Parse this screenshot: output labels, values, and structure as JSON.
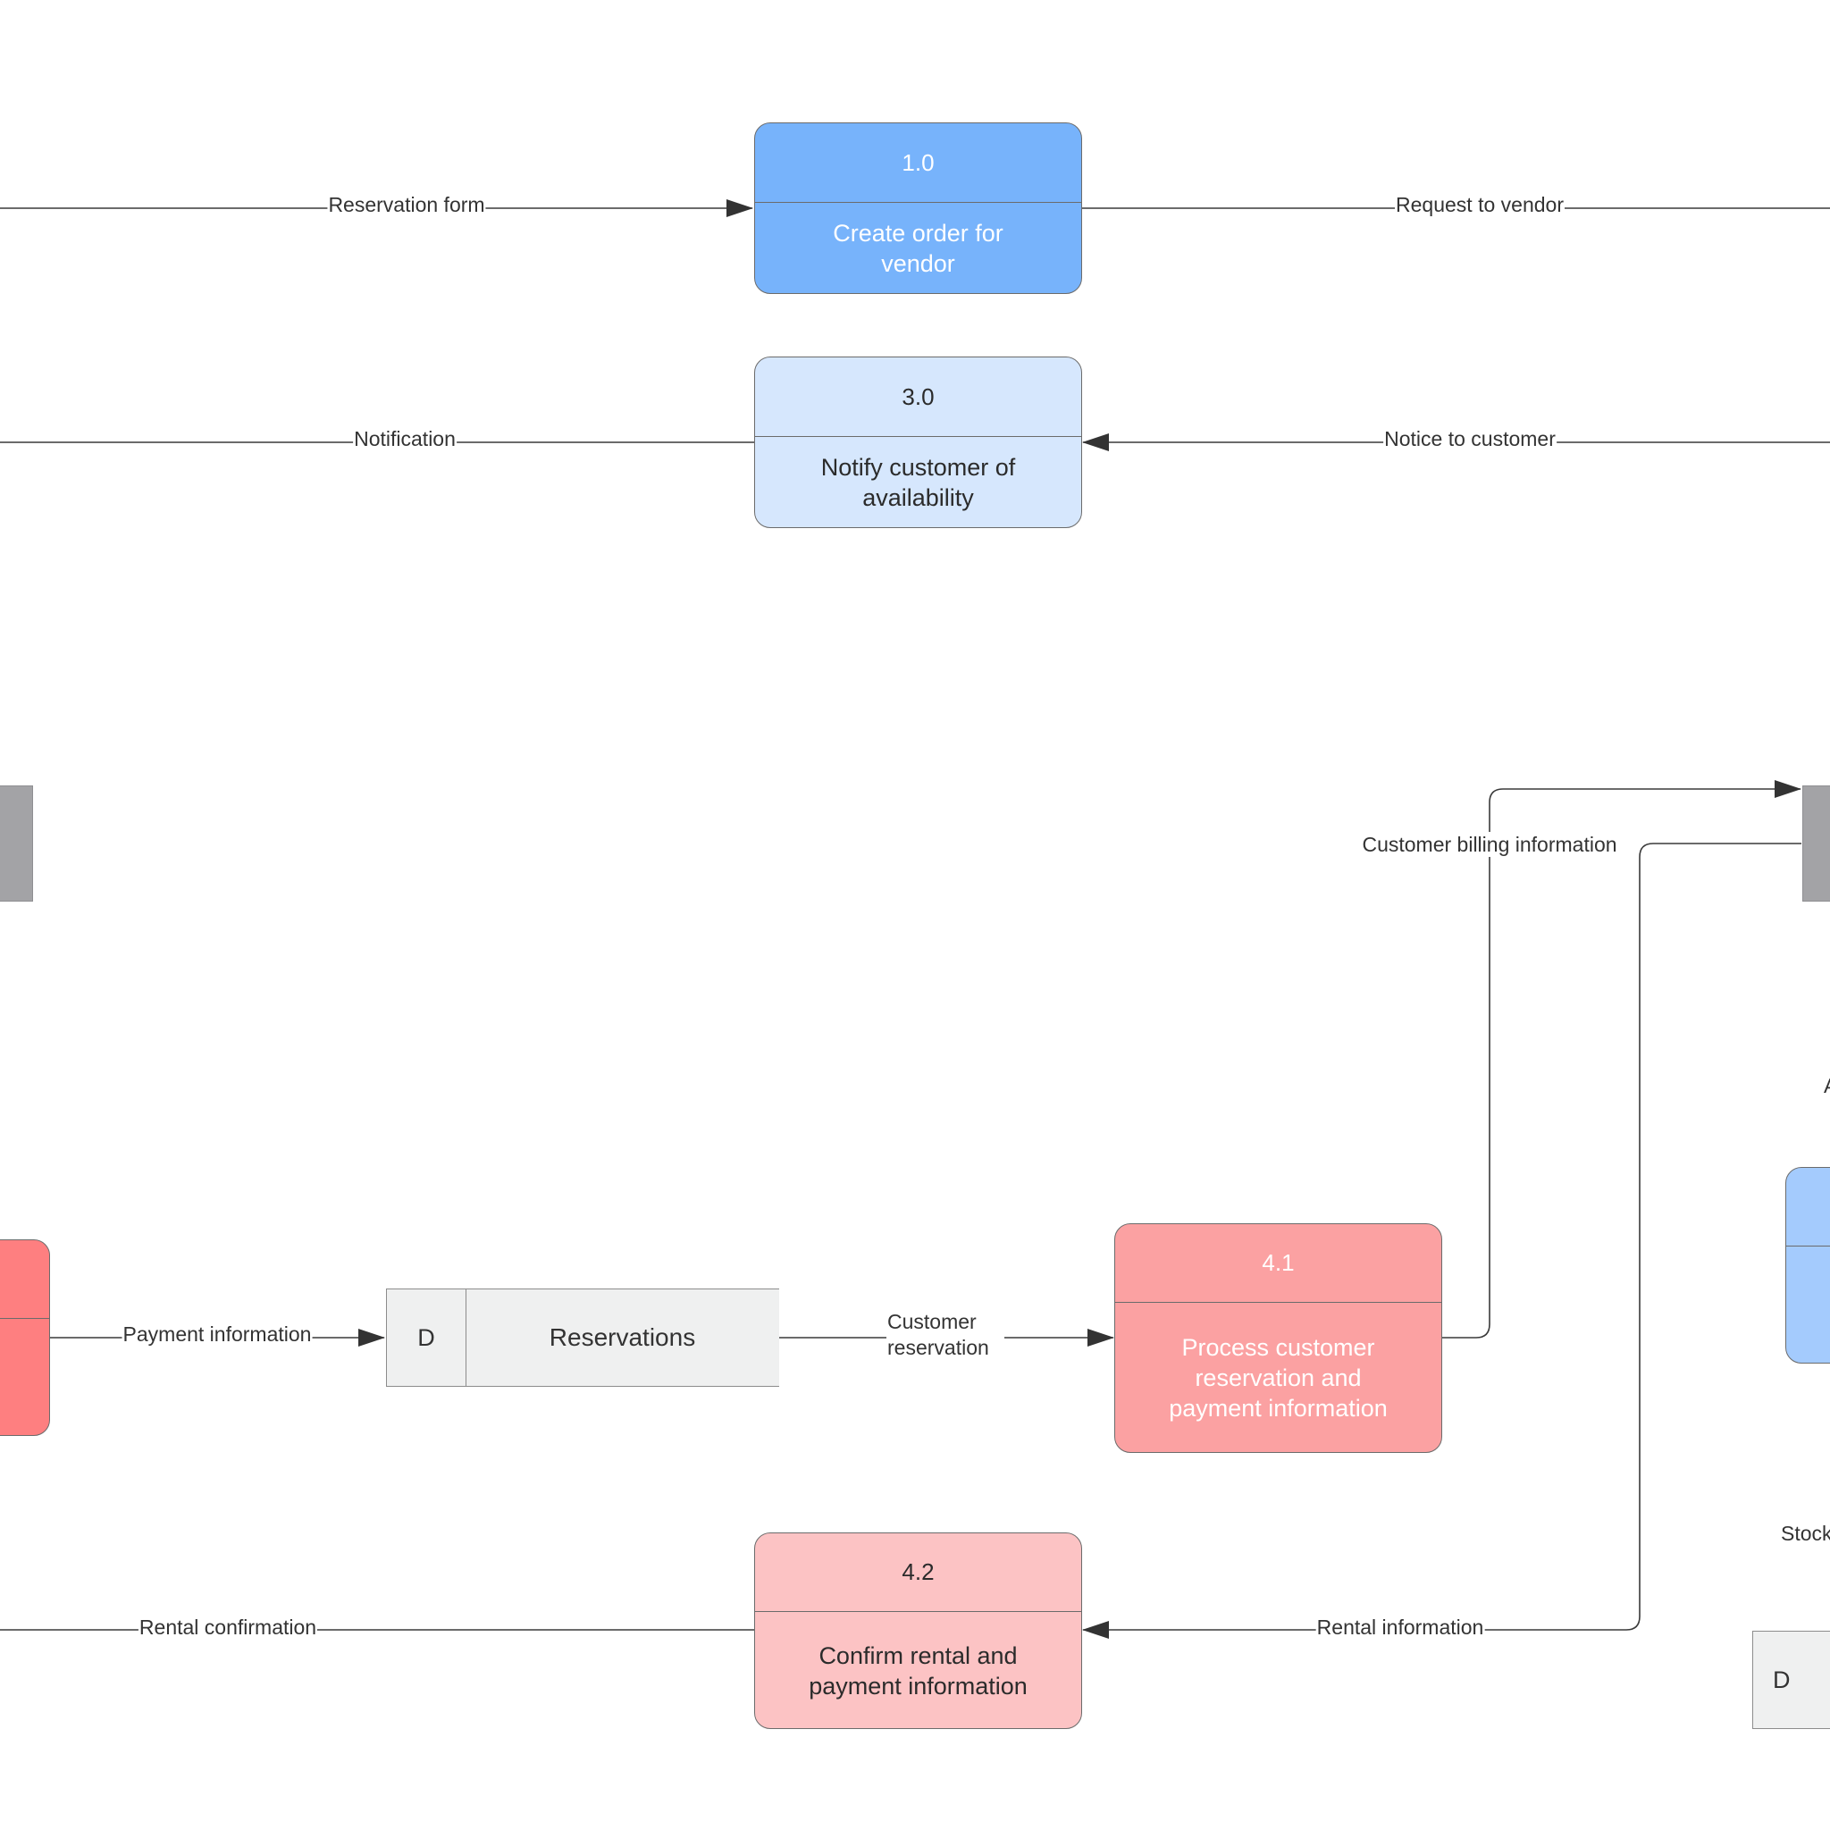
{
  "processes": {
    "p1_0": {
      "id": "1.0",
      "text": "Create order for vendor"
    },
    "p3_0": {
      "id": "3.0",
      "text": "Notify customer of availability"
    },
    "p4_1": {
      "id": "4.1",
      "text": "Process customer reservation and payment information"
    },
    "p4_2": {
      "id": "4.2",
      "text": "Confirm rental and payment information"
    }
  },
  "stores": {
    "reservations": {
      "id": "D",
      "name": "Reservations"
    },
    "partial_store": {
      "id": "D"
    }
  },
  "flows": {
    "reservation_form": "Reservation form",
    "request_to_vendor": "Request to vendor",
    "notification": "Notification",
    "notice_to_customer": "Notice to customer",
    "customer_billing_information": "Customer billing information",
    "payment_information": "Payment information",
    "customer_reservation": "Customer reservation",
    "rental_confirmation": "Rental confirmation",
    "rental_information": "Rental information",
    "partial_av": "Av",
    "partial_stock": "Stock"
  },
  "colors": {
    "process_dark_blue": "#77b3fb",
    "process_light_blue": "#d6e7fd",
    "process_pink": "#fba1a2",
    "process_light_pink": "#fcc3c4",
    "process_red": "#fe7f80",
    "process_blue_partial": "#a4cbfd",
    "entity_gray": "#a3a3a6",
    "store_fill": "#eff0f0",
    "line": "#3a3a3a"
  }
}
